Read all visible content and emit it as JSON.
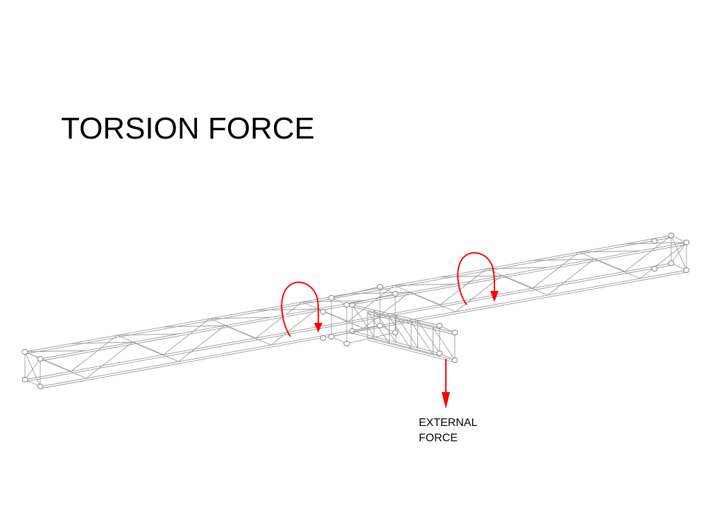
{
  "slide": {
    "title": "TORSION FORCE"
  },
  "diagram": {
    "external_force_label_line1": "EXTERNAL",
    "external_force_label_line2": "FORCE",
    "arrow_color": "#ff0000",
    "truss_color": "#9a9a9a"
  }
}
